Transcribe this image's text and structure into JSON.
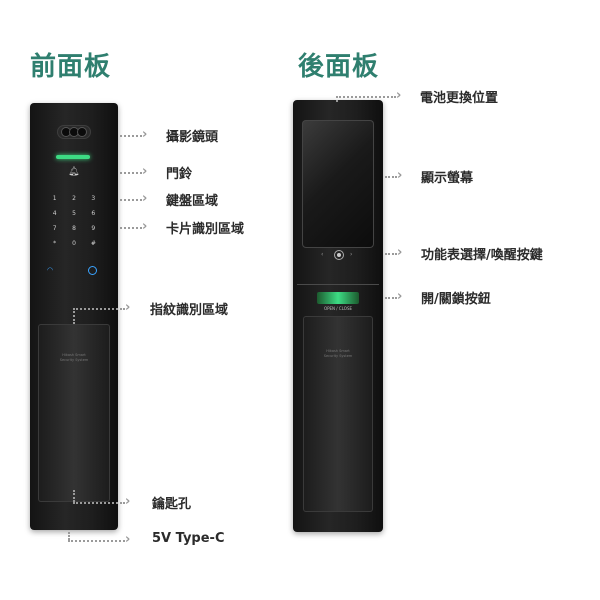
{
  "front_panel": {
    "title": "前面板",
    "callouts": {
      "camera": "攝影鏡頭",
      "doorbell": "門鈴",
      "keypad": "鍵盤區域",
      "card": "卡片識別區域",
      "fingerprint": "指紋識別區域",
      "keyhole": "鑰匙孔",
      "usb": "5V Type-C"
    },
    "keypad_keys": [
      "1",
      "2",
      "3",
      "4",
      "5",
      "6",
      "7",
      "8",
      "9",
      "*",
      "0",
      "#"
    ],
    "handle_text": [
      "Hikash Smart",
      "Security System"
    ]
  },
  "back_panel": {
    "title": "後面板",
    "callouts": {
      "battery": "電池更換位置",
      "screen": "顯示螢幕",
      "function": "功能表選擇/喚醒按鍵",
      "openclose": "開/關鎖按鈕"
    },
    "open_close_text": "OPEN / CLOSE",
    "handle_text": [
      "Hikash Smart",
      "Security System"
    ]
  },
  "colors": {
    "heading": "#2f7f6f",
    "led_green": "#3ddc84",
    "connector": "#9a9a9a"
  }
}
